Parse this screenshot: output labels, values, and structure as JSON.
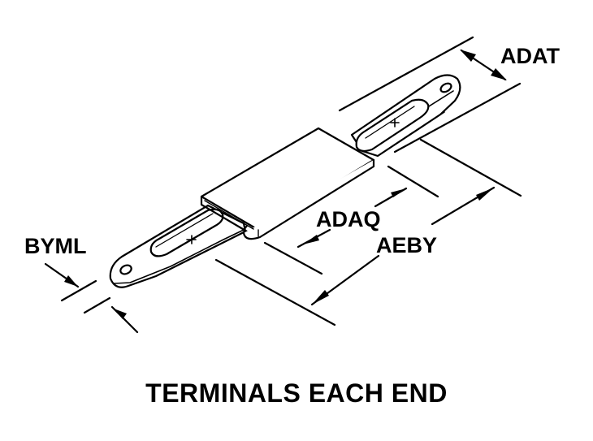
{
  "dimension_labels": {
    "adat": "ADAT",
    "adaq": "ADAQ",
    "aeby": "AEBY",
    "byml": "BYML"
  },
  "caption": "TERMINALS EACH END",
  "colors": {
    "ink": "#000000",
    "paper": "#ffffff"
  }
}
